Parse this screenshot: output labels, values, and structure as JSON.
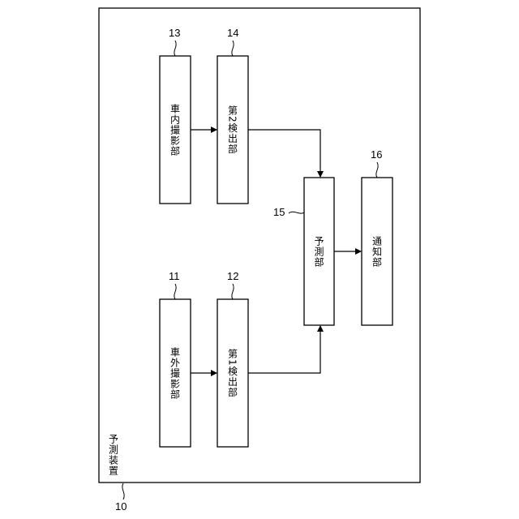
{
  "device": {
    "ref": "10",
    "label": "予測装置"
  },
  "blocks": {
    "exterior_camera": {
      "ref": "11",
      "label": "車外撮影部"
    },
    "detector_1": {
      "ref": "12",
      "label": "第1検出部"
    },
    "interior_camera": {
      "ref": "13",
      "label": "車内撮影部"
    },
    "detector_2": {
      "ref": "14",
      "label": "第2検出部"
    },
    "predictor": {
      "ref": "15",
      "label": "予測部"
    },
    "notifier": {
      "ref": "16",
      "label": "通知部"
    }
  }
}
